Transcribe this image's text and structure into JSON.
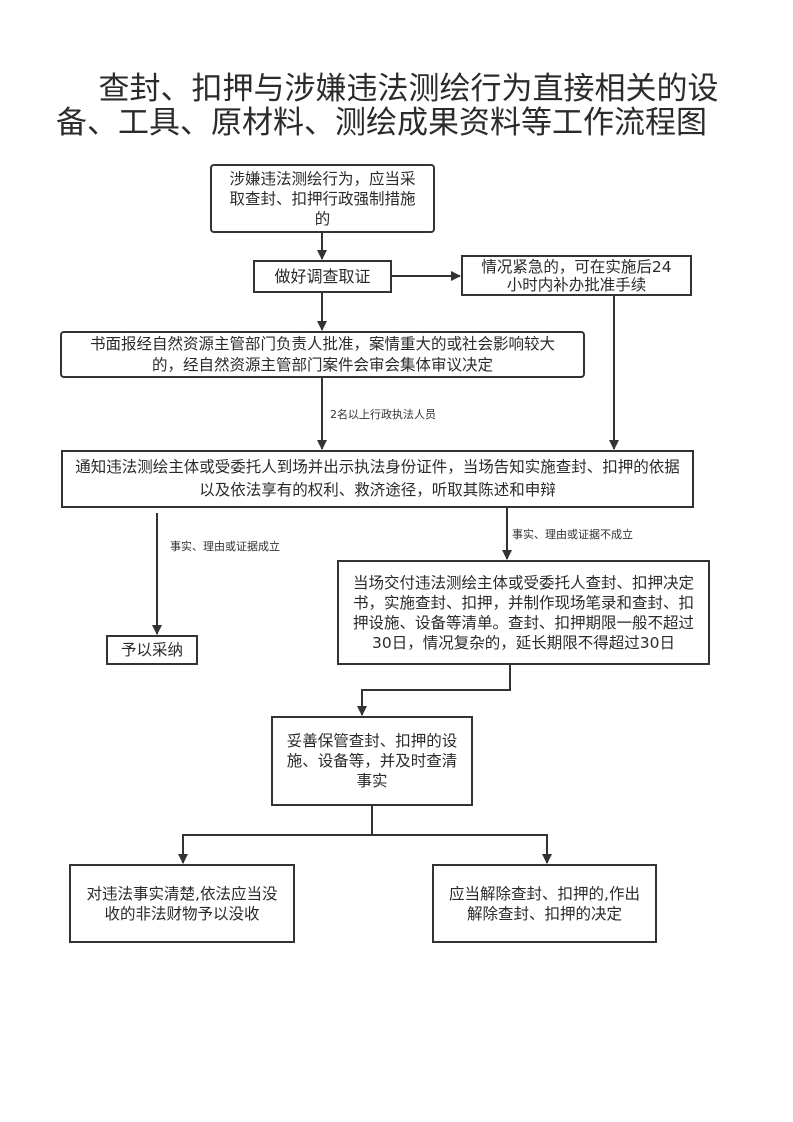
{
  "title": {
    "line1": "查封、扣押与涉嫌违法测绘行为直接相关的设",
    "line2": "备、工具、原材料、测绘成果资料等工作流程图"
  },
  "nodes": {
    "start": "涉嫌违法测绘行为，应当采取查封、扣押行政强制措施的",
    "investigate": "做好调查取证",
    "urgent": "情况紧急的，可在实施后24小时内补办批准手续",
    "approval": "书面报经自然资源主管部门负责人批准，案情重大的或社会影响较大的，经自然资源主管部门案件会审会集体审议决定",
    "notify": "通知违法测绘主体或受委托人到场并出示执法身份证件，当场告知实施查封、扣押的依据以及依法享有的权利、救济途径，听取其陈述和申辩",
    "accept": "予以采纳",
    "deliver": "当场交付违法测绘主体或受委托人查封、扣押决定书，实施查封、扣押，并制作现场笔录和查封、扣押设施、设备等清单。查封、扣押期限一般不超过30日，情况复杂的，延长期限不得超过30日",
    "custody": "妥善保管查封、扣押的设施、设备等，并及时查清事实",
    "confiscate": "对违法事实清楚,依法应当没收的非法财物予以没收",
    "release": "应当解除查封、扣押的,作出解除查封、扣押的决定"
  },
  "edge_labels": {
    "officers": "2名以上行政执法人员",
    "facts_valid": "事实、理由或证据成立",
    "facts_invalid": "事实、理由或证据不成立"
  },
  "colors": {
    "line": "#333333",
    "text": "#2a2a2a"
  }
}
